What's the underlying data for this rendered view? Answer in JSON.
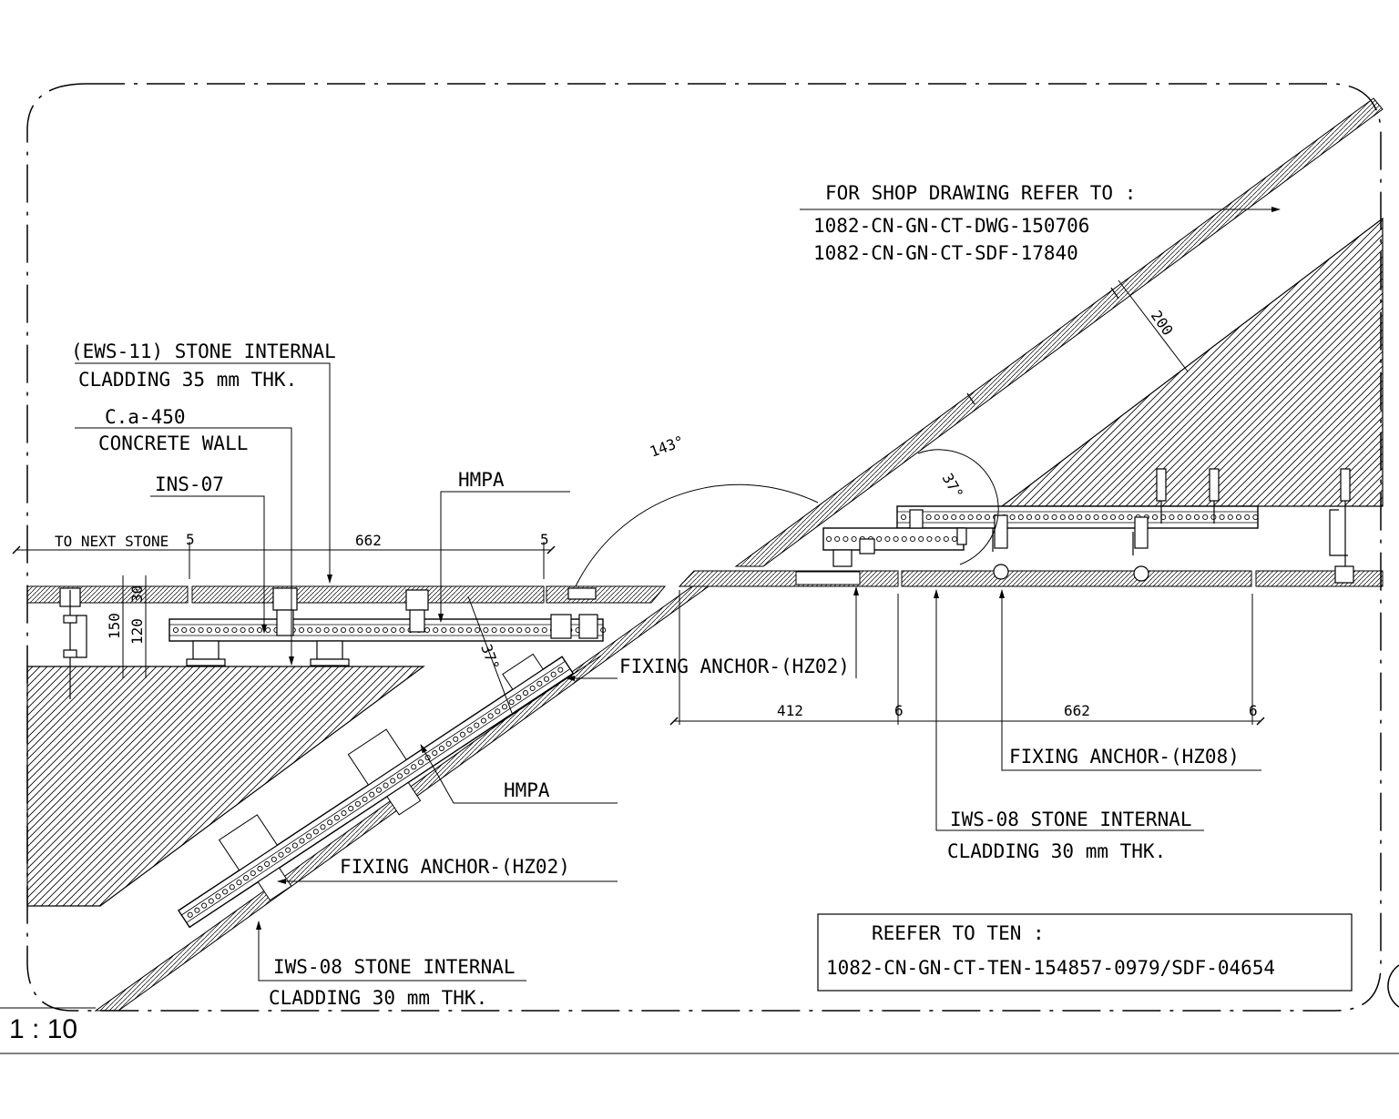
{
  "notes": {
    "shop_ref_title": "FOR SHOP DRAWING REFER TO :",
    "shop_ref_1": "1082-CN-GN-CT-DWG-150706",
    "shop_ref_2": "1082-CN-GN-CT-SDF-17840",
    "ten_ref_title": "REEFER TO TEN :",
    "ten_ref_number": "1082-CN-GN-CT-TEN-154857-0979/SDF-04654"
  },
  "labels": {
    "ews_line1": "(EWS-11) STONE INTERNAL",
    "ews_line2": "CLADDING 35 mm THK.",
    "wall_line1": "C.a-450",
    "wall_line2": "CONCRETE WALL",
    "insulation": "INS-07",
    "hmpa_top": "HMPA",
    "hmpa_lower": "HMPA",
    "anchor_hz02_right": "FIXING ANCHOR-(HZ02)",
    "anchor_hz02_lower": "FIXING ANCHOR-(HZ02)",
    "anchor_hz08": "FIXING ANCHOR-(HZ08)",
    "iws_right_line1": "IWS-08 STONE INTERNAL",
    "iws_right_line2": "CLADDING 30 mm THK.",
    "iws_lower_line1": "IWS-08 STONE INTERNAL",
    "iws_lower_line2": "CLADDING 30 mm THK."
  },
  "dimensions": {
    "to_next_stone": "TO NEXT STONE",
    "gap_left_a": "5",
    "span_left": "662",
    "gap_left_b": "5",
    "wall_total": "150",
    "wall_core": "120",
    "wall_skin": "30",
    "angle_obtuse": "143°",
    "angle_right": "37°",
    "angle_left": "37°",
    "offset_200": "200",
    "span_412": "412",
    "gap_right_a": "6",
    "span_right": "662",
    "gap_right_b": "6"
  },
  "scale": "1 : 10"
}
